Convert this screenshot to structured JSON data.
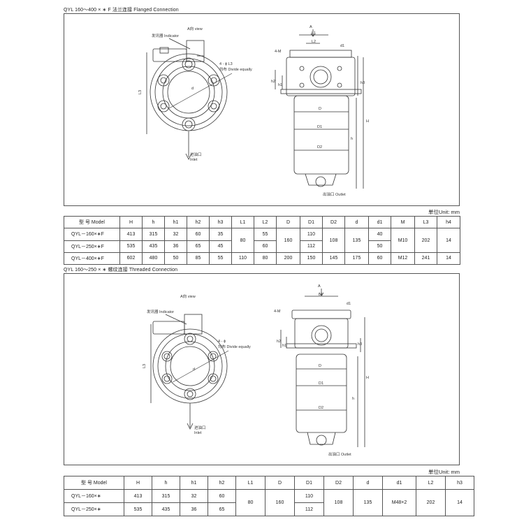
{
  "section1": {
    "title": "QYL 160～400 × ∗ F   法兰连接   Flanged Connection",
    "drawing": {
      "a_view": "A向 view",
      "indicator": "发讯器 Indicator",
      "holes": "4 - ϕ L3",
      "divide": "均布 Divide equally",
      "inlet_cn": "进油口",
      "inlet_en": "Inlet",
      "outlet": "出油口 Outlet",
      "l3": "L3",
      "dims": {
        "a": "A",
        "l1": "L1",
        "l2": "L2",
        "m": "4-M",
        "d1": "d1",
        "d": "d",
        "D": "D",
        "D1": "D1",
        "D2": "D2",
        "H": "H",
        "h": "h",
        "h1": "h1",
        "h2": "h2",
        "h3": "h3"
      }
    },
    "unit": "单位Unit: mm",
    "table": {
      "header": [
        "型 号 Model",
        "H",
        "h",
        "h1",
        "h2",
        "h3",
        "L1",
        "L2",
        "D",
        "D1",
        "D2",
        "d",
        "d1",
        "M",
        "L3",
        "h4"
      ],
      "rows": [
        [
          "QYL－160×∗F",
          "413",
          "315",
          "32",
          "60",
          "35",
          "55",
          "110",
          "40"
        ],
        [
          "QYL－250×∗F",
          "535",
          "435",
          "36",
          "65",
          "45",
          "60",
          "112",
          "50"
        ],
        [
          "QYL－400×∗F",
          "602",
          "480",
          "50",
          "85",
          "55",
          "110",
          "80",
          "200",
          "150",
          "145",
          "175",
          "60",
          "M12",
          "241",
          "14"
        ]
      ],
      "merged": {
        "L1": "80",
        "D": "160",
        "D2": "108",
        "d": "135",
        "M": "M10",
        "L3": "202",
        "h4": "14"
      }
    }
  },
  "section2": {
    "title": "QYL 160～250 × ∗   螺纹连接   Threaded Connection",
    "drawing": {
      "a_view": "A向 view",
      "indicator": "发讯器 Indicator",
      "holes": "4 - ϕ",
      "divide": "均布 Divide equally",
      "inlet_cn": "进油口",
      "inlet_en": "Inlet",
      "outlet": "出油口 Outlet",
      "l3": "L3",
      "dims": {
        "a": "A",
        "l1": "L1",
        "m": "4-M",
        "d1": "d1",
        "d": "d",
        "D": "D",
        "D1": "D1",
        "D2": "D2",
        "H": "H",
        "h": "h",
        "h1": "h1",
        "h2": "h2",
        "h3": "h3"
      }
    },
    "unit": "单位Unit: mm",
    "table": {
      "header": [
        "型 号 Model",
        "H",
        "h",
        "h1",
        "h2",
        "L1",
        "D",
        "D1",
        "D2",
        "d",
        "d1",
        "L2",
        "h3"
      ],
      "rows": [
        [
          "QYL－160×∗",
          "413",
          "315",
          "32",
          "60",
          "110"
        ],
        [
          "QYL－250×∗",
          "535",
          "435",
          "36",
          "65",
          "112"
        ]
      ],
      "merged": {
        "L1": "80",
        "D": "160",
        "D2": "108",
        "d": "135",
        "d1": "M48×2",
        "L2": "202",
        "h3": "14"
      }
    }
  }
}
